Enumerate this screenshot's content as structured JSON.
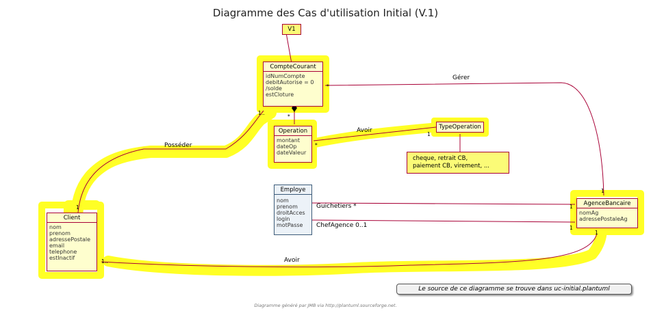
{
  "title": "Diagramme des Cas d'utilisation Initial (V.1)",
  "classes": {
    "compte_courant": {
      "name": "CompteCourant",
      "attrs": [
        "idNumCompte",
        "debitAutorise = 0",
        "/solde",
        "estCloture"
      ]
    },
    "operation": {
      "name": "Operation",
      "attrs": [
        "montant",
        "dateOp",
        "dateValeur"
      ]
    },
    "type_operation": {
      "name": "TypeOperation"
    },
    "employe": {
      "name": "Employe",
      "attrs": [
        "nom",
        "prenom",
        "droitAcces",
        "login",
        "motPasse"
      ]
    },
    "client": {
      "name": "Client",
      "attrs": [
        "nom",
        "prenom",
        "adressePostale",
        "email",
        "telephone",
        "estInactif"
      ]
    },
    "agence_bancaire": {
      "name": "AgenceBancaire",
      "attrs": [
        "nomAg",
        "adressePostaleAg"
      ]
    }
  },
  "notes": {
    "version": "V1",
    "type_operation_note": [
      "cheque, retrait CB,",
      "paiement CB, virement, ..."
    ]
  },
  "associations": {
    "gerer": "Gérer",
    "posseder": "Posséder",
    "avoir_operation": "Avoir",
    "avoir_client": "Avoir",
    "guichetiers": "Guichetiers *",
    "chef_agence": "ChefAgence 0..1"
  },
  "multiplicities": {
    "one": "1",
    "many": "*",
    "one_many": "1.."
  },
  "source_note": "Le source de ce diagramme se trouve dans uc-initial.plantuml",
  "footer": "Diagramme généré par JMB via http://plantuml.sourceforge.net.",
  "highlight_color": "#FFFF00",
  "class_fill": "#FEFECE",
  "class_border": "#A80036",
  "employe_fill": "#ECF2F8"
}
